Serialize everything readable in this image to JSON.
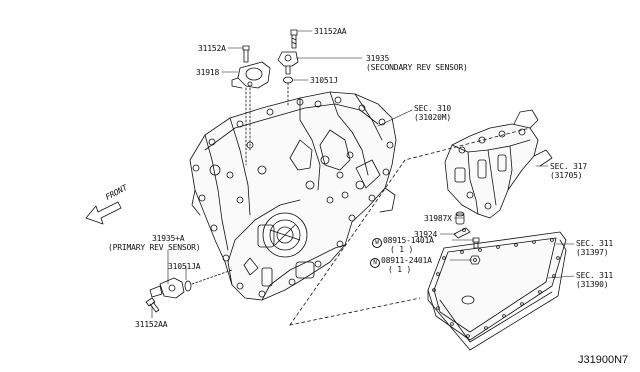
{
  "labels": {
    "p31152aa_top": "31152AA",
    "p31152a": "31152A",
    "p31918": "31918",
    "p31935": "31935",
    "secondary_sensor": "(SECONDARY REV SENSOR)",
    "p31051j": "31051J",
    "sec310": "SEC. 310",
    "sec310_sub": "(31020M)",
    "sec317": "SEC. 317",
    "sec317_sub": "(31705)",
    "p31987x": "31987X",
    "p31924": "31924",
    "bolt_w": "08915-1401A",
    "bolt_w_qty": "( 1 )",
    "bolt_w_prefix": "W",
    "nut_n": "08911-2401A",
    "nut_n_qty": "( 1 )",
    "nut_n_prefix": "N",
    "sec311a": "SEC. 311",
    "sec311a_sub": "(31397)",
    "sec311b": "SEC. 311",
    "sec311b_sub": "(31390)",
    "p31935a": "31935+A",
    "primary_sensor": "(PRIMARY REV SENSOR)",
    "p31051ja": "31051JA",
    "p31152aa_bot": "31152AA",
    "front": "FRONT",
    "diagram_code": "J31900N7"
  }
}
